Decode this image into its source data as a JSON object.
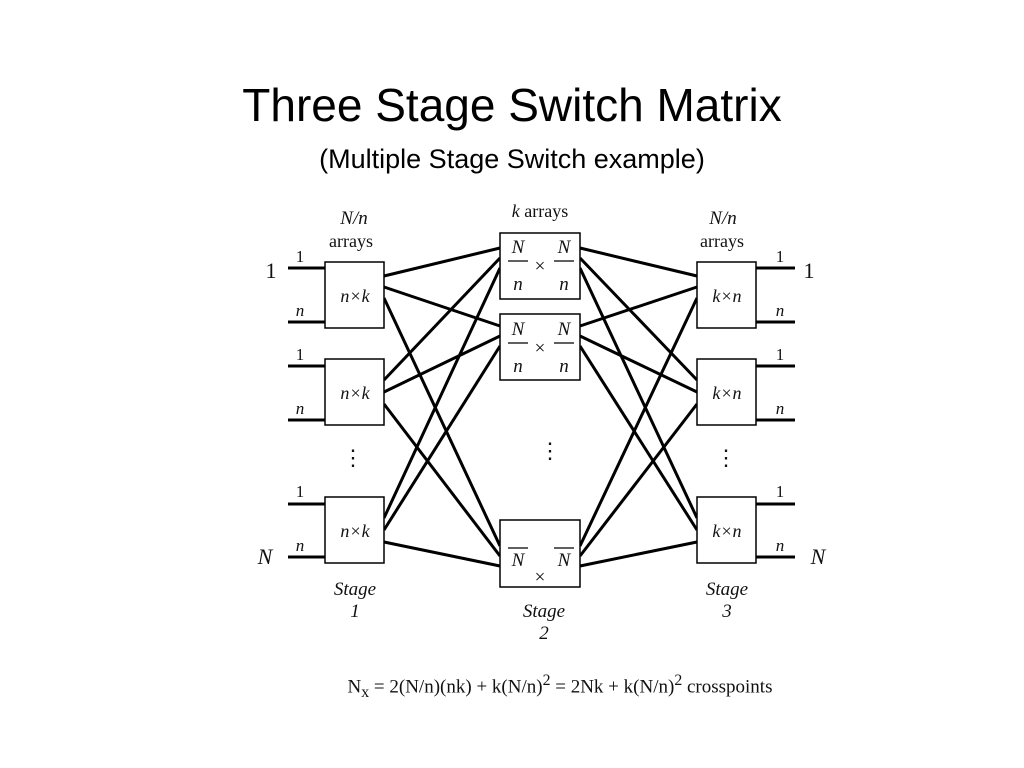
{
  "slide": {
    "title": "Three Stage Switch Matrix",
    "subtitle": "(Multiple Stage Switch example)"
  },
  "diagram": {
    "stage1": {
      "header_top": "N/n",
      "header_bottom": "arrays",
      "switch_label": "n×k",
      "stage_word": "Stage",
      "stage_number": "1"
    },
    "stage2": {
      "header_k": "k",
      "header_rest": " arrays",
      "numerator": "N",
      "denominator": "n",
      "times": "×",
      "stage_word": "Stage",
      "stage_number": "2"
    },
    "stage3": {
      "header_top": "N/n",
      "header_bottom": "arrays",
      "switch_label": "k×n",
      "stage_word": "Stage",
      "stage_number": "3"
    },
    "line_labels": {
      "first": "1",
      "last": "n"
    },
    "outer_labels": {
      "top": "1",
      "bottom": "N"
    },
    "ellipsis": "⋮",
    "formula": "N<sub>x</sub> = 2(N/n)(nk) + k(N/n)² = 2Nk + k(N/n)² crosspoints"
  }
}
